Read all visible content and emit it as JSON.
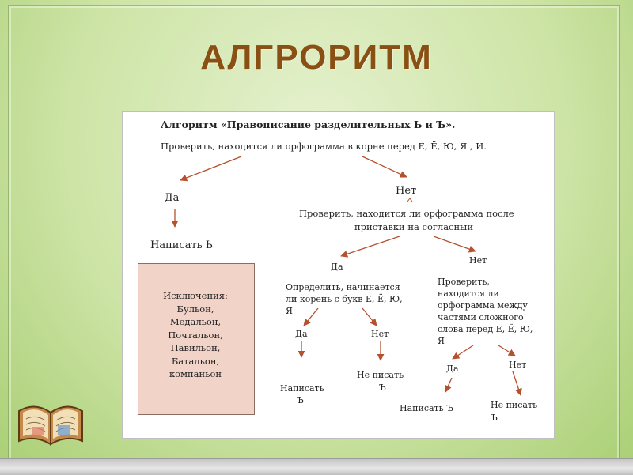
{
  "slide": {
    "title": "АЛГРОРИТМ",
    "colors": {
      "title": "#8a4f12",
      "arrow": "#b5512e",
      "exceptions_box": "#f2d3c8"
    }
  },
  "diagram": {
    "heading": "Алгоритм «Правописание разделительных Ь и Ъ».",
    "check_root": "Проверить, находится ли орфограмма в корне перед Е, Ё, Ю, Я , И.",
    "yes_1": "Да",
    "no_1": "Нет",
    "write_soft": "Написать Ь",
    "check_prefix": {
      "line1": "Проверить, находится ли орфограмма после",
      "line2": "приставки на согласный"
    },
    "yes_2": "Да",
    "no_2": "Нет",
    "determine": {
      "line1": "Определить, начинается",
      "line2": "ли корень с букв Е, Ё, Ю,",
      "line3": "Я"
    },
    "check_compound": {
      "line1": "Проверить,",
      "line2": "находится ли",
      "line3": "орфограмма между",
      "line4": "частями сложного",
      "line5": "слова перед Е, Ё, Ю,",
      "line6": "Я"
    },
    "yes_3": "Да",
    "no_3": "Нет",
    "write_hard_1": {
      "line1": "Написать",
      "line2": "Ъ"
    },
    "dont_write_1": {
      "line1": "Не писать",
      "line2": "Ъ"
    },
    "yes_4": "Да",
    "no_4": "Нет",
    "write_hard_2": "Написать Ъ",
    "dont_write_2": {
      "line1": "Не писать",
      "line2": "Ъ"
    },
    "exceptions": {
      "title": "Исключения:",
      "words": [
        "Бульон,",
        "Медальон,",
        "Почтальон,",
        "Павильон,",
        "Батальон,",
        "компаньон"
      ]
    }
  }
}
